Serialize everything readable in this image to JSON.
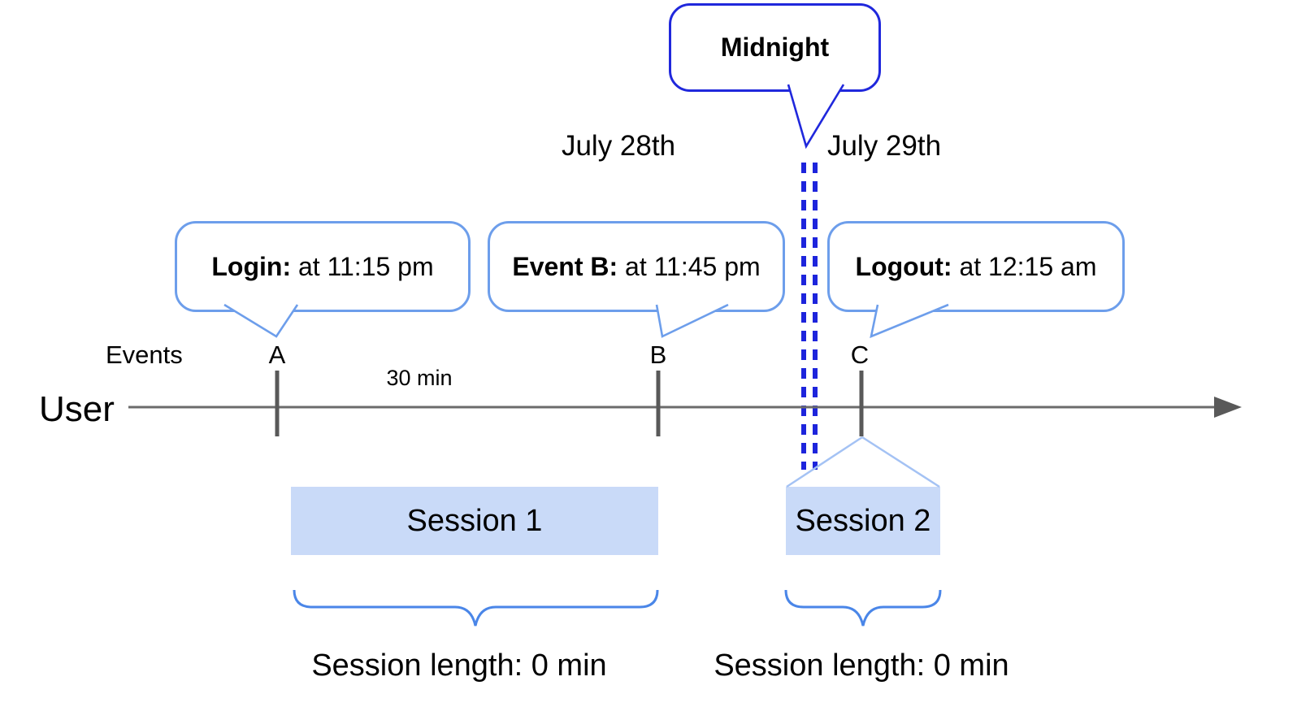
{
  "colors": {
    "strong_blue": "#1d24dc",
    "bubble_border_light": "#6d9eeb",
    "bubble_border_dark": "#2028dc",
    "brace_blue": "#4a86e8",
    "fan_light_blue": "#a4c2f4",
    "session_fill": "#c9daf8",
    "axis_gray": "#666666",
    "text_black": "#000000"
  },
  "callouts": {
    "midnight": {
      "label": "Midnight"
    },
    "login": {
      "label": "Login:",
      "detail": " at 11:15 pm"
    },
    "event_b": {
      "label": "Event B:",
      "detail": " at 11:45 pm"
    },
    "logout": {
      "label": "Logout:",
      "detail": " at 12:15 am"
    }
  },
  "dates": {
    "before_midnight": "July 28th",
    "after_midnight": "July 29th"
  },
  "timeline": {
    "row_label": "User",
    "events_label": "Events",
    "interval_label": "30 min",
    "marks": {
      "a": "A",
      "b": "B",
      "c": "C"
    }
  },
  "sessions": {
    "session1": {
      "name": "Session 1",
      "length": "Session length: 0 min"
    },
    "session2": {
      "name": "Session 2",
      "length": "Session length: 0 min"
    }
  }
}
